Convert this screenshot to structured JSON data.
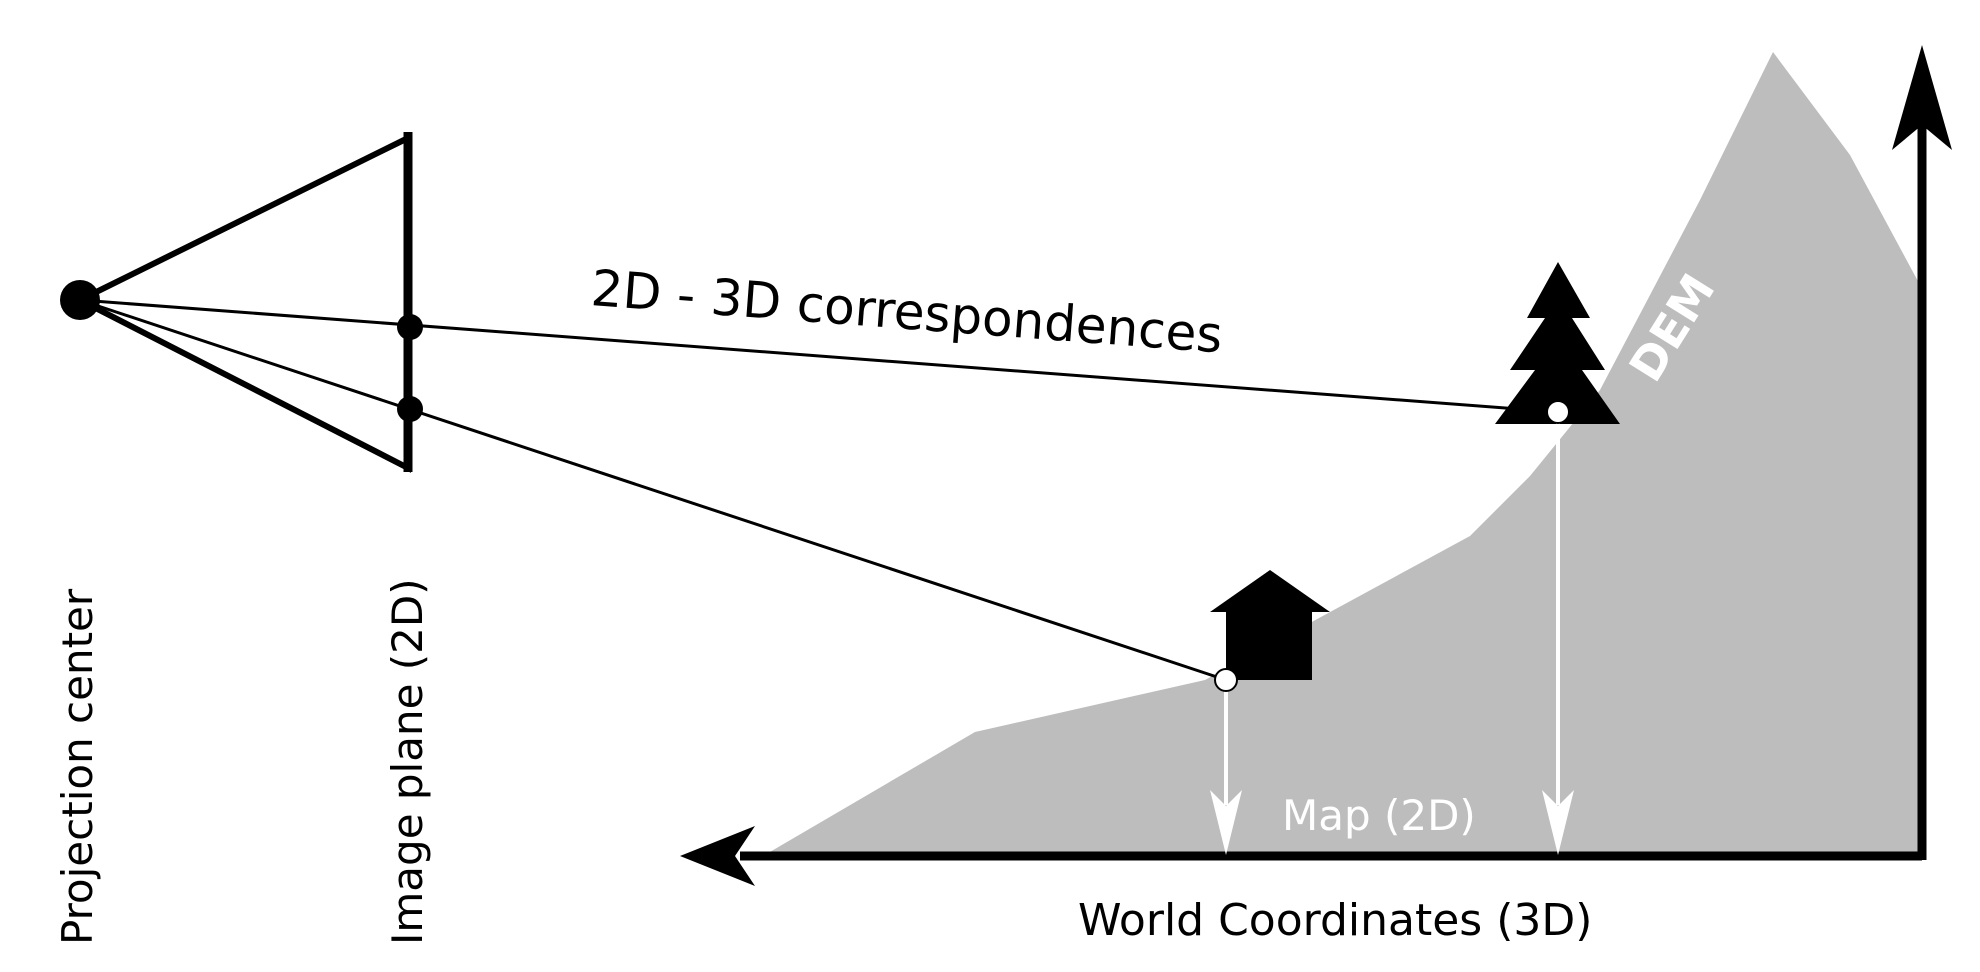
{
  "labels": {
    "correspondences": "2D - 3D correspondences",
    "dem": "DEM",
    "map": "Map (2D)",
    "world": "World Coordinates (3D)",
    "projection_center": "Projection center",
    "image_plane": "Image plane (2D)"
  },
  "colors": {
    "ink": "#000000",
    "terrain": "#bdbdbd",
    "highlight": "#ffffff",
    "background": "#ffffff"
  },
  "icons": [
    "house-icon",
    "tree-icon"
  ]
}
